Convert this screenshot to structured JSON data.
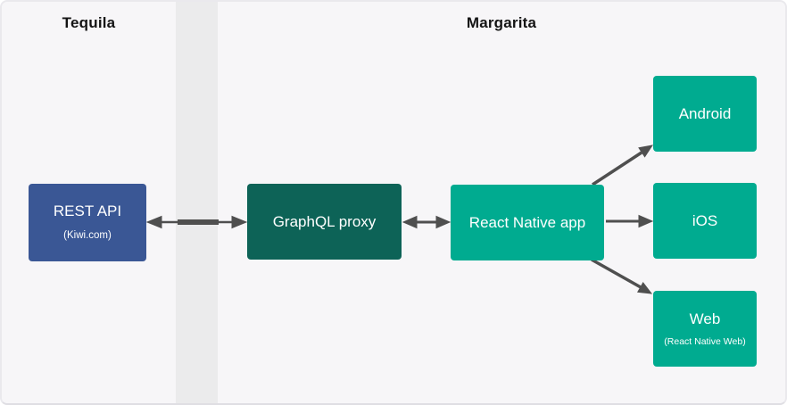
{
  "diagram": {
    "sections": {
      "tequila": {
        "title": "Tequila"
      },
      "margarita": {
        "title": "Margarita"
      }
    },
    "nodes": {
      "rest_api": {
        "label": "REST API",
        "sublabel": "(Kiwi.com)"
      },
      "graphql_proxy": {
        "label": "GraphQL proxy"
      },
      "react_native_app": {
        "label": "React Native app"
      },
      "android": {
        "label": "Android"
      },
      "ios": {
        "label": "iOS"
      },
      "web": {
        "label": "Web",
        "sublabel": "(React Native Web)"
      }
    },
    "edges": [
      {
        "from": "REST API",
        "to": "GraphQL proxy",
        "direction": "bidirectional"
      },
      {
        "from": "GraphQL proxy",
        "to": "React Native app",
        "direction": "bidirectional"
      },
      {
        "from": "React Native app",
        "to": "Android",
        "direction": "forward"
      },
      {
        "from": "React Native app",
        "to": "iOS",
        "direction": "forward"
      },
      {
        "from": "React Native app",
        "to": "Web",
        "direction": "forward"
      }
    ],
    "colors": {
      "background": "#f7f6f8",
      "divider_band": "#ebebec",
      "rest_api_box": "#3a5795",
      "graphql_proxy_box": "#0d6357",
      "teal_box": "#00ab90",
      "arrow": "#4f4f4f",
      "heading_text": "#141414",
      "box_text": "#ffffff"
    }
  }
}
